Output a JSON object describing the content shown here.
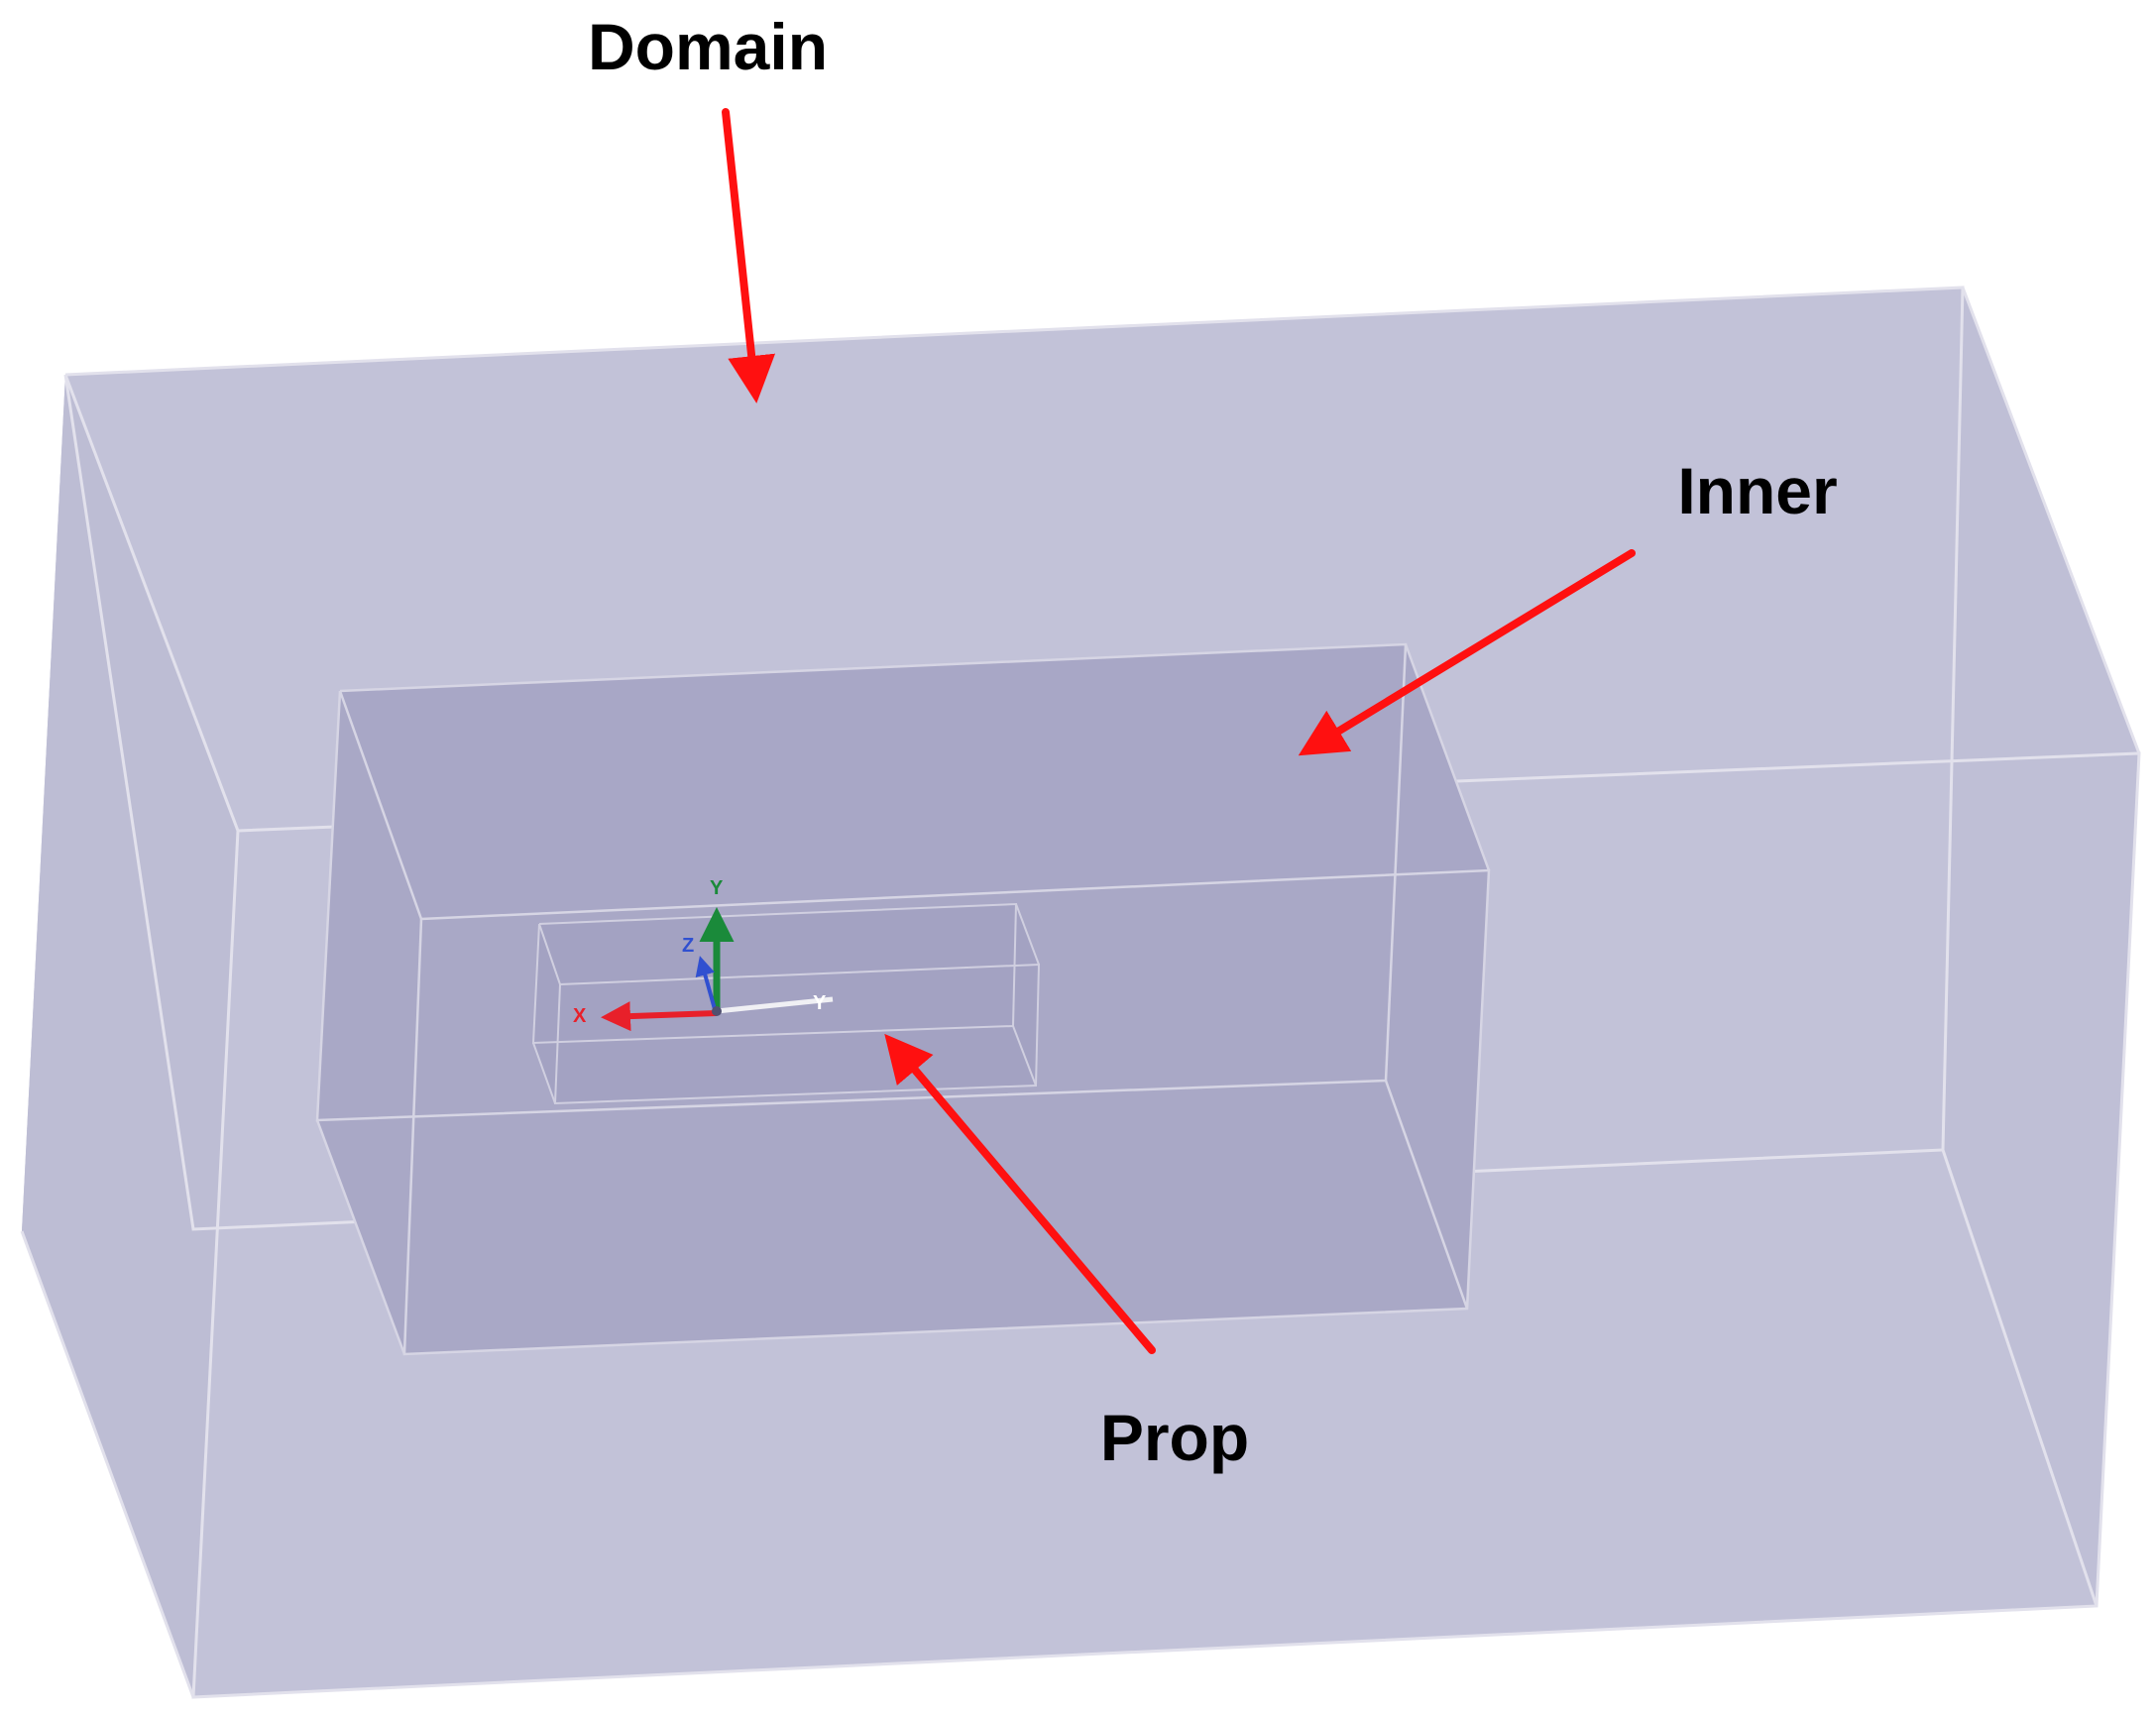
{
  "labels": {
    "domain": "Domain",
    "inner": "Inner",
    "prop": "Prop"
  },
  "axes": {
    "x": "X",
    "y": "Y",
    "z": "Z"
  },
  "colors": {
    "domain_fill": "#c2c2d8",
    "inner_fill": "#a9a8c6",
    "prop_fill": "#a3a2c2",
    "edge": "#e2e1ec",
    "arrow": "#ff1010",
    "axis_x": "#e8202a",
    "axis_y": "#1a8a3a",
    "axis_z": "#3050d0"
  }
}
